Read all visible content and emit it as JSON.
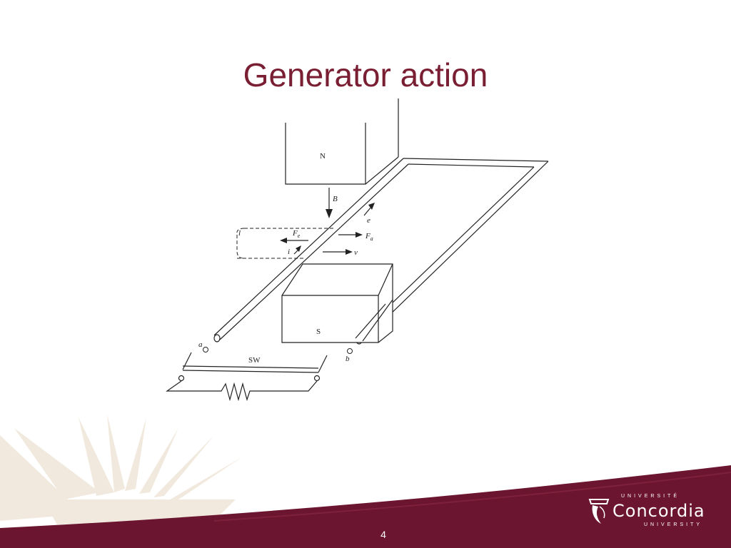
{
  "slide": {
    "title": "Generator action",
    "page_number": "4"
  },
  "figure": {
    "labels": {
      "north": "N",
      "south": "S",
      "b_field": "B",
      "emf": "e",
      "length": "l",
      "force_e": "F",
      "force_e_sub": "e",
      "force_a": "F",
      "force_a_sub": "a",
      "current": "i",
      "velocity": "v",
      "terminal_a": "a",
      "terminal_b": "b",
      "switch": "SW"
    }
  },
  "logo": {
    "top_text": "UNIVERSITÉ",
    "name": "Concordia",
    "bottom_text": "UNIVERSITY"
  },
  "colors": {
    "title": "#7a1f33",
    "maroon_band": "#6b1530",
    "decor": "#efe6d8"
  }
}
